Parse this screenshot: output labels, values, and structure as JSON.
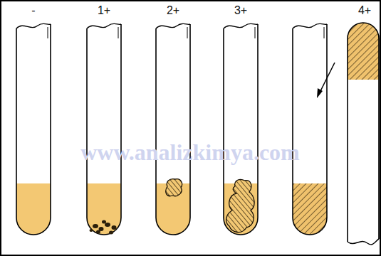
{
  "diagram": {
    "labels": [
      "-",
      "1+",
      "2+",
      "3+",
      "4+",
      "www.analizkimya.com"
    ]
  }
}
